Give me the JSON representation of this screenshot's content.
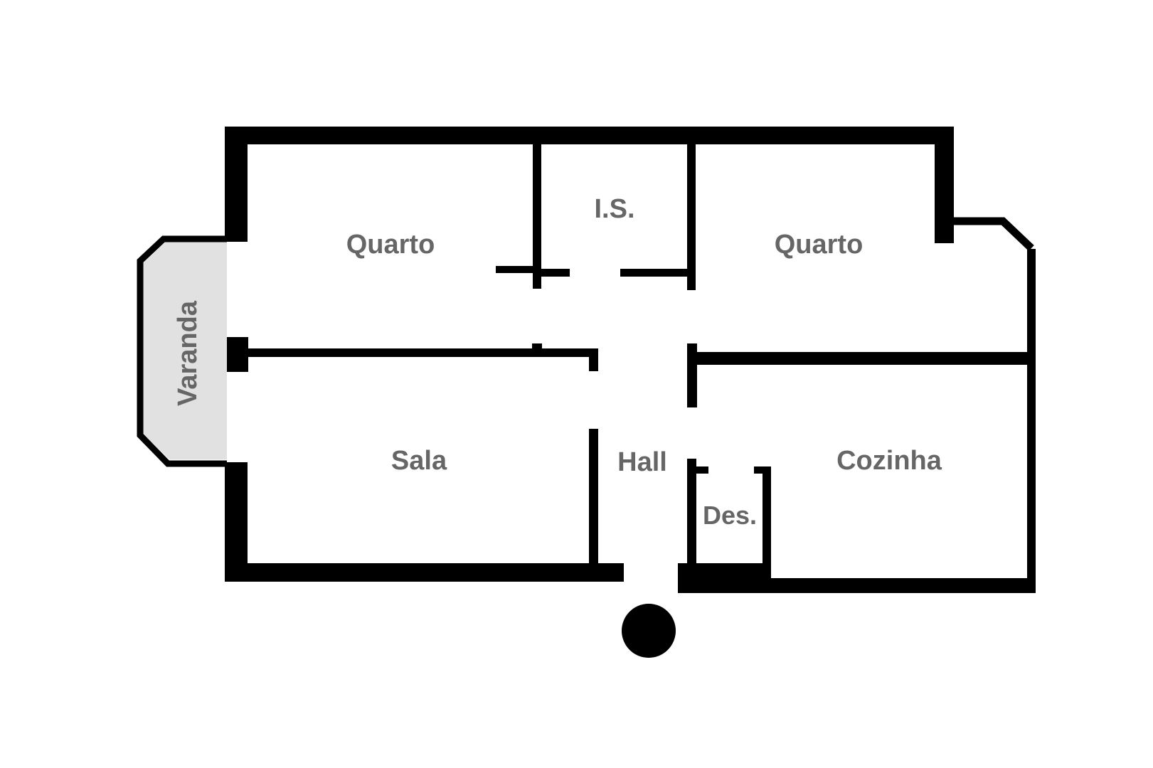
{
  "rooms": {
    "quarto_left": "Quarto",
    "is": "I.S.",
    "quarto_right": "Quarto",
    "varanda": "Varanda",
    "sala": "Sala",
    "hall": "Hall",
    "cozinha": "Cozinha",
    "des": "Des."
  },
  "colors": {
    "wall": "#000000",
    "label": "#666666",
    "varanda_fill": "#e1e1e1",
    "background": "#ffffff"
  }
}
